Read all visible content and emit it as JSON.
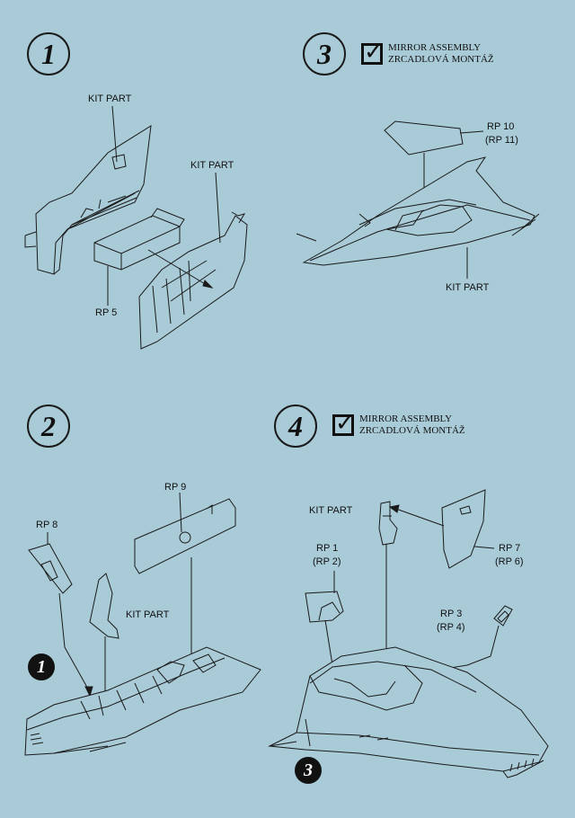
{
  "steps": {
    "s1": "1",
    "s2": "2",
    "s3": "3",
    "s4": "4"
  },
  "mirror_assembly": {
    "line1": "MIRROR  ASSEMBLY",
    "line2": "ZRCADLOVÁ MONTÁŽ"
  },
  "step1": {
    "kit_part_a": "KIT PART",
    "kit_part_b": "KIT PART",
    "rp5": "RP 5"
  },
  "step3": {
    "rp10": "RP 10",
    "rp11": "(RP 11)",
    "kit_part": "KIT PART"
  },
  "step2": {
    "rp9": "RP 9",
    "rp8": "RP 8",
    "kit_part": "KIT PART",
    "ref_badge": "1"
  },
  "step4": {
    "kit_part": "KIT PART",
    "rp1": "RP 1",
    "rp2": "(RP 2)",
    "rp7": "RP 7",
    "rp6": "(RP 6)",
    "rp3": "RP 3",
    "rp4": "(RP 4)",
    "ref_badge": "3"
  }
}
